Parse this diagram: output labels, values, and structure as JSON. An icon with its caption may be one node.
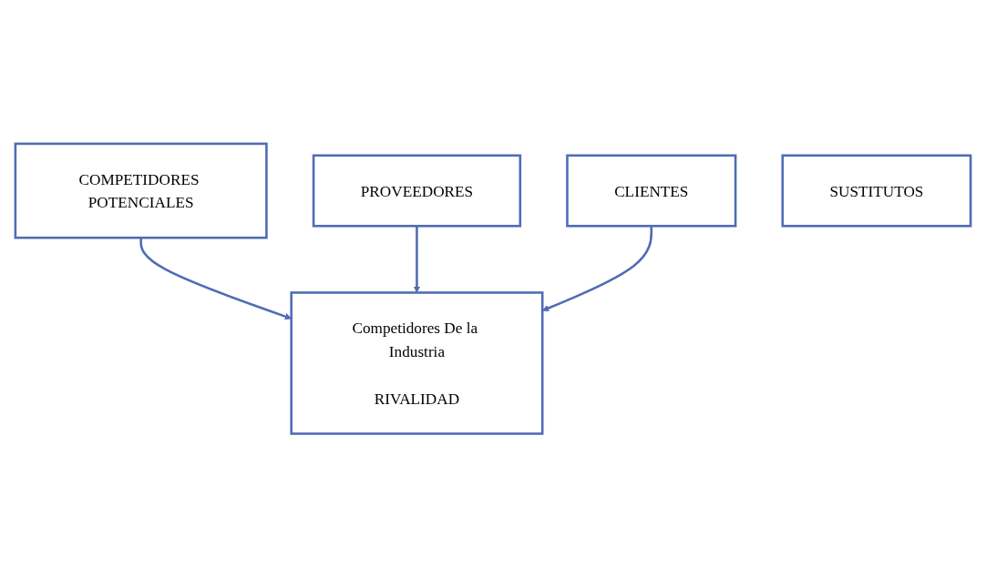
{
  "diagram": {
    "nodes": [
      {
        "text": [
          "COMPETIDORES POTENCIALES"
        ]
      },
      {
        "text": [
          "PROVEEDORES"
        ]
      },
      {
        "text": [
          "Competidores De la Industria",
          "RIVALIDAD"
        ]
      },
      {
        "text": [
          "CLIENTES"
        ]
      },
      {
        "text": [
          "SUSTITUTOS"
        ]
      }
    ],
    "edges": [
      {
        "from": 0,
        "to": 2,
        "arrow": "to"
      },
      {
        "from": 1,
        "to": 2,
        "arrow": "to"
      },
      {
        "from": 3,
        "to": 2,
        "arrow": "to"
      }
    ]
  }
}
